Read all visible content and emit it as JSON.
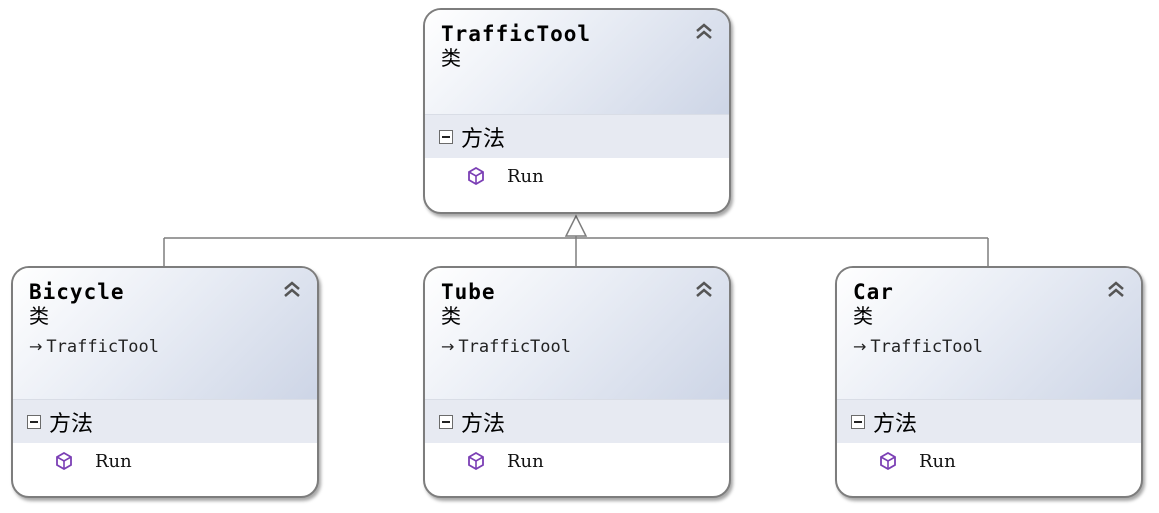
{
  "classes": [
    {
      "name": "TrafficTool",
      "kind": "类",
      "base": "",
      "section": "方法",
      "methods": [
        "Run"
      ]
    },
    {
      "name": "Bicycle",
      "kind": "类",
      "base": "TrafficTool",
      "section": "方法",
      "methods": [
        "Run"
      ]
    },
    {
      "name": "Tube",
      "kind": "类",
      "base": "TrafficTool",
      "section": "方法",
      "methods": [
        "Run"
      ]
    },
    {
      "name": "Car",
      "kind": "类",
      "base": "TrafficTool",
      "section": "方法",
      "methods": [
        "Run"
      ]
    }
  ],
  "colors": {
    "line": "#7d7d7d",
    "method_icon": "#7b3fb5",
    "header_accent": "#cdd5e6"
  },
  "icons": {
    "collapse": "double-chevron-up-icon",
    "expand_section": "minus-box-icon",
    "method": "method-cube-icon",
    "inherits": "arrow-right-icon"
  }
}
